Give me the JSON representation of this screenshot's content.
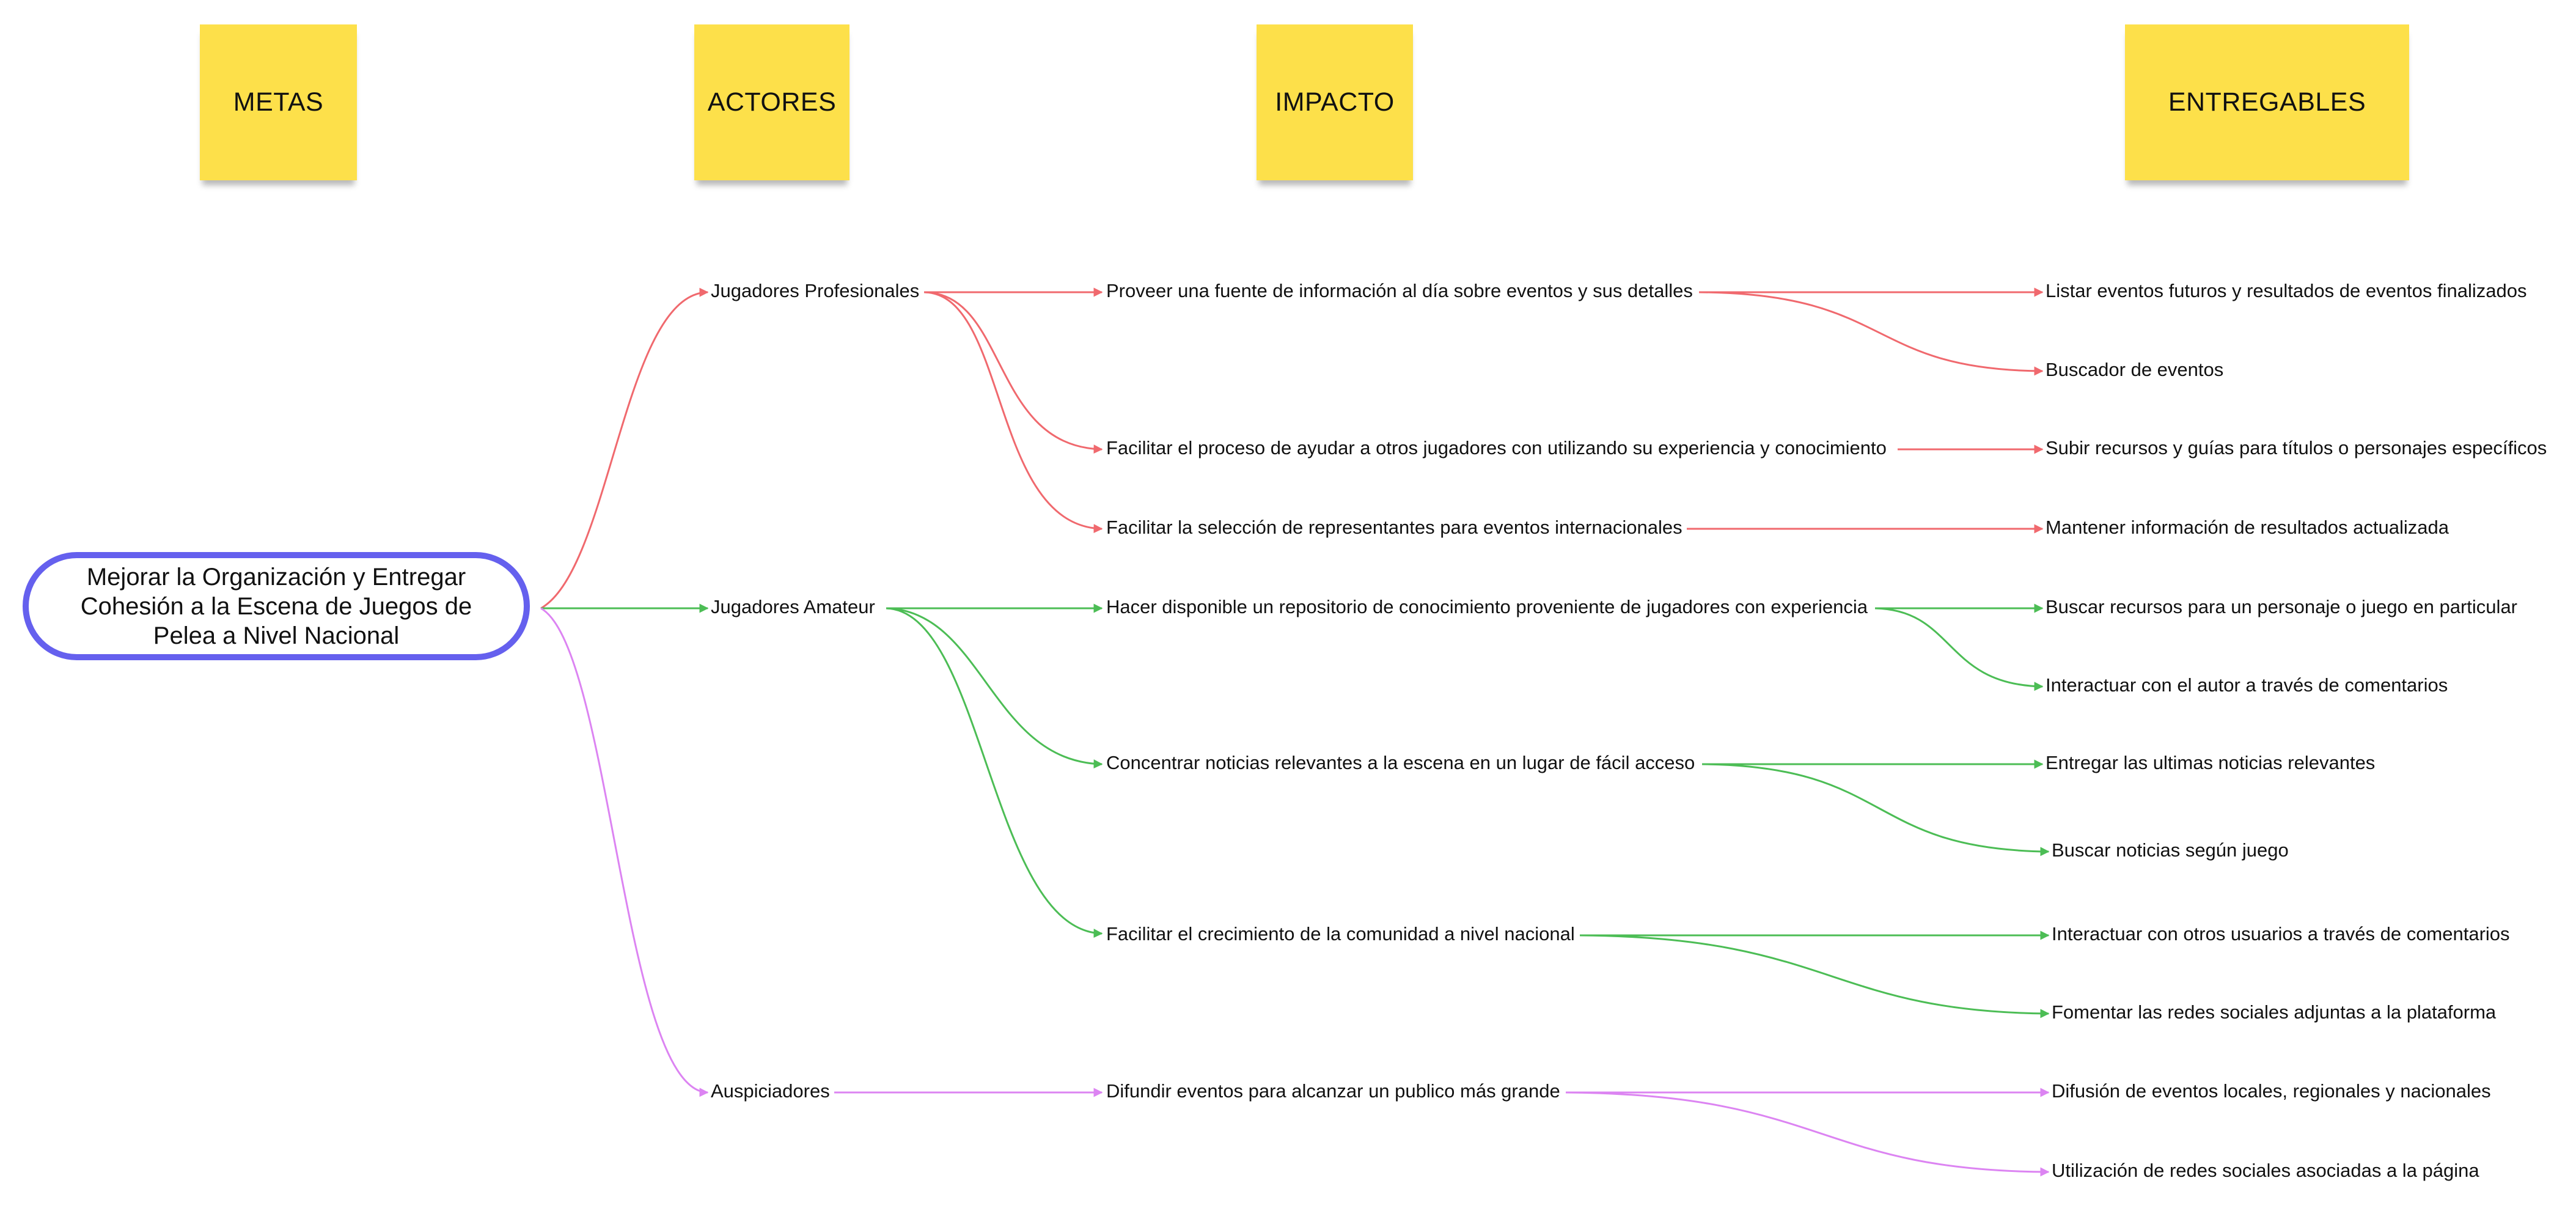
{
  "headers": {
    "metas": "METAS",
    "actores": "ACTORES",
    "impacto": "IMPACTO",
    "entregables": "ENTREGABLES"
  },
  "goal": "Mejorar la Organización y Entregar Cohesión a la Escena de Juegos de Pelea a Nivel Nacional",
  "actors": {
    "profesionales": "Jugadores Profesionales",
    "amateur": "Jugadores Amateur",
    "auspiciadores": "Auspiciadores"
  },
  "impacts": {
    "i1": "Proveer una fuente de información al día sobre eventos y sus detalles",
    "i2": "Facilitar el proceso de  ayudar a otros jugadores con utilizando su experiencia y conocimiento",
    "i3": "Facilitar la selección de representantes para eventos internacionales",
    "i4": "Hacer disponible un repositorio de conocimiento proveniente de jugadores con experiencia",
    "i5": "Concentrar noticias relevantes a la escena en un lugar de fácil acceso",
    "i6": "Facilitar el crecimiento de la comunidad a nivel nacional",
    "i7": "Difundir eventos para alcanzar un publico más grande"
  },
  "deliverables": {
    "d1": "Listar eventos futuros y resultados de eventos finalizados",
    "d2": "Buscador de eventos",
    "d3": "Subir  recursos y guías para títulos o personajes específicos",
    "d4": "Mantener información de resultados actualizada",
    "d5": "Buscar recursos para un personaje o juego en particular",
    "d6": "Interactuar con el autor a través de comentarios",
    "d7": "Entregar las ultimas noticias relevantes",
    "d8": "Buscar noticias según juego",
    "d9": "Interactuar con otros usuarios a través de comentarios",
    "d10": "Fomentar las redes sociales adjuntas a la plataforma",
    "d11": "Difusión de eventos locales, regionales y nacionales",
    "d12": "Utilización de redes sociales asociadas a la página"
  },
  "colors": {
    "sticky": "#fde04a",
    "goal_border": "#6560ee",
    "branch_profesionales": "#f0696e",
    "branch_amateur": "#4cbd55",
    "branch_auspiciadores": "#dc84f2"
  }
}
